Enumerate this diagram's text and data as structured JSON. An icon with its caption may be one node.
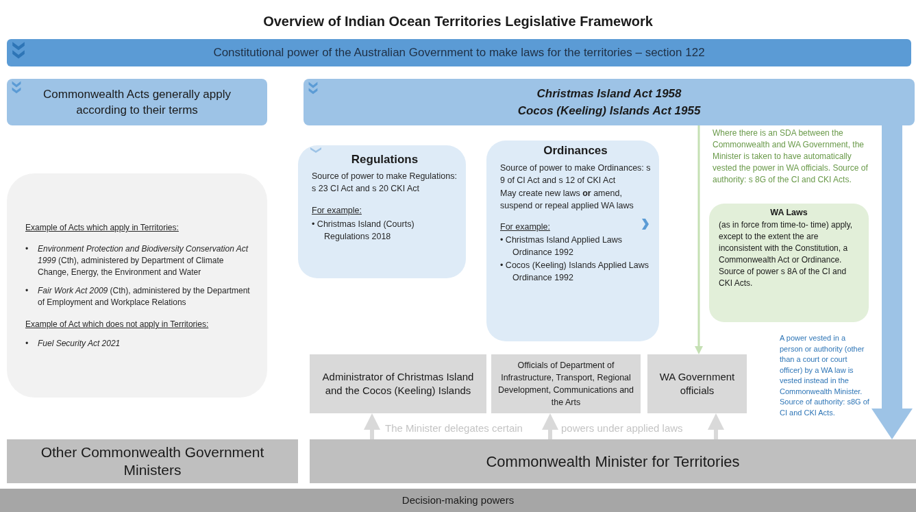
{
  "diagram": {
    "title": "Overview of Indian Ocean Territories Legislative Framework",
    "nodes": [
      {
        "text": [
          "Constitutional power of the Australian Government to make laws for the territories – section 122"
        ]
      },
      {
        "text": [
          "Commonwealth Acts generally apply according to their terms"
        ]
      },
      {
        "text": [
          "Christmas Island Act 1958",
          "Cocos (Keeling) Islands Act 1955"
        ]
      },
      {
        "text": [
          "Example of Acts which apply in Territories:",
          "•\t*Environment Protection and Biodiversity Conservation Act 1999* (Cth), administered by Department of Climate Change, Energy, the Environment and Water",
          "•\t*Fair Work Act 2009* (Cth), administered by the Department of Employment and Workplace Relations",
          "Example of Act which does not apply in Territories:",
          "•\t*Fuel Security Act 2021*"
        ]
      },
      {
        "text": [
          "Regulations",
          "Source of power to make Regulations: s 23 CI Act and s 20 CKI Act",
          "For example:",
          "• Christmas Island (Courts) Regulations 2018"
        ]
      },
      {
        "text": [
          "Ordinances",
          "Source of power to make Ordinances: s 9 of CI Act and s 12 of CKI Act",
          "May create new laws **or** amend, suspend or repeal applied WA laws",
          "For example:",
          "• Christmas Island Applied Laws Ordinance 1992",
          "• Cocos (Keeling) Islands Applied Laws Ordinance 1992"
        ]
      },
      {
        "text": [
          "Where there is an SDA between the Commonwealth and WA Government, the Minister is taken to have automatically vested the power in WA officials. Source of authority: s 8G of the CI and CKI Acts."
        ]
      },
      {
        "text": [
          "WA Laws",
          "(as in force from time-to- time) apply, except to the extent the are inconsistent with the Constitution, a Commonwealth Act or Ordinance.",
          "Source of power s 8A of the CI and CKI Acts."
        ]
      },
      {
        "text": [
          "Administrator of Christmas Island and the Cocos (Keeling) Islands"
        ]
      },
      {
        "text": [
          "Officials of Department of Infrastructure, Transport, Regional Development, Communications and the Arts"
        ]
      },
      {
        "text": [
          "WA Government officials"
        ]
      },
      {
        "text": [
          "Other Commonwealth Government Ministers"
        ]
      },
      {
        "text": [
          "Commonwealth Minister for Territories"
        ]
      },
      {
        "text": [
          "Decision-making powers"
        ]
      }
    ],
    "edges": [
      {
        "from": 2,
        "to": 10,
        "arrow": "to",
        "color": "#c5e0b4"
      },
      {
        "from": 2,
        "to": 12,
        "arrow": "to",
        "style": "thick",
        "color": "#9dc3e6"
      },
      {
        "from": 12,
        "to": 8,
        "arrow": "to",
        "color": "#d9d9d9"
      },
      {
        "from": 12,
        "to": 9,
        "arrow": "to",
        "color": "#d9d9d9"
      },
      {
        "from": 12,
        "to": 10,
        "arrow": "to",
        "color": "#d9d9d9"
      }
    ],
    "labels": [
      "The Minister delegates certain",
      "powers under applied laws",
      "A power vested in a person or authority (other than a court or court officer) by a WA law is vested instead in the Commonwealth Minister. Source of authority: s8G of CI and CKI Acts."
    ]
  }
}
